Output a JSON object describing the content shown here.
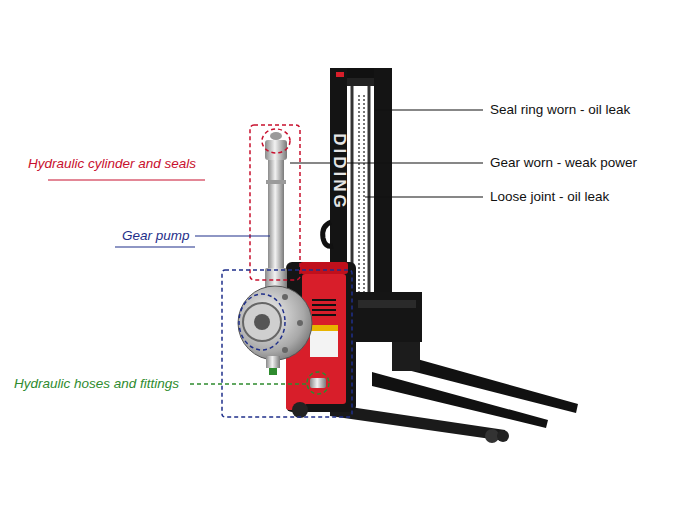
{
  "diagram": {
    "labels": [
      "Hydraulic cylinder and seals",
      "Gear pump",
      "Hydraulic hoses and fittings",
      "Seal ring worn - oil leak",
      "Gear worn - weak power",
      "Loose joint - oil leak",
      "DIDING"
    ]
  }
}
